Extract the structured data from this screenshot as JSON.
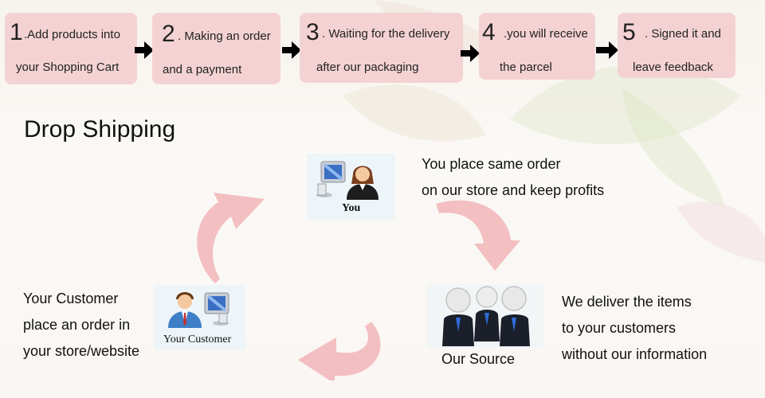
{
  "steps": [
    {
      "num": "1",
      "line1": ".Add products into",
      "line2": "your Shopping Cart"
    },
    {
      "num": "2",
      "line1": ". Making an order",
      "line2": "and a payment"
    },
    {
      "num": "3",
      "line1": ". Waiting for the delivery",
      "line2": "after our packaging"
    },
    {
      "num": "4",
      "line1": ".you will receive",
      "line2": "the parcel"
    },
    {
      "num": "5",
      "line1": ". Signed it and",
      "line2": "leave feedback"
    }
  ],
  "heading": "Drop Shipping",
  "you": {
    "card_label": "You",
    "desc_line1": "You place same order",
    "desc_line2": "on our store and keep profits"
  },
  "customer": {
    "card_label": "Your Customer",
    "desc_line1": "Your Customer",
    "desc_line2": "place an order in",
    "desc_line3": "your store/website"
  },
  "source": {
    "label": "Our Source",
    "desc_line1": "We deliver the items",
    "desc_line2": "to your customers",
    "desc_line3": "without our information"
  },
  "colors": {
    "step_box": "#f4d2d4",
    "cycle_arrow": "#f2b8bb",
    "step_arrow": "#000000"
  }
}
